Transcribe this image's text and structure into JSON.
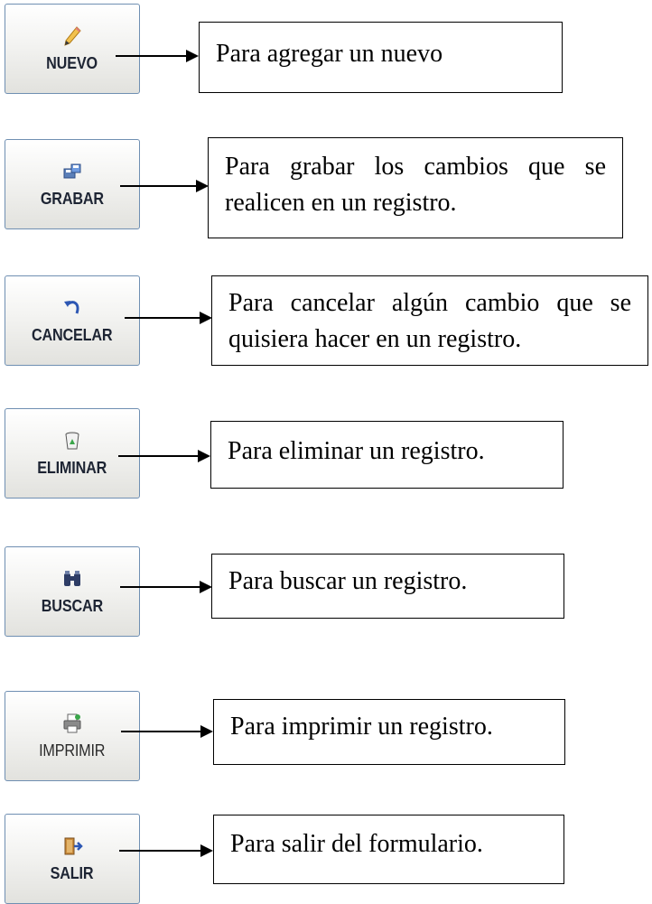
{
  "buttons": [
    {
      "label": "NUEVO",
      "icon": "pencil-icon",
      "description": "Para agregar un nuevo"
    },
    {
      "label": "GRABAR",
      "icon": "save-icon",
      "description": "Para grabar los cambios que se realicen en un registro."
    },
    {
      "label": "CANCELAR",
      "icon": "undo-icon",
      "description": "Para cancelar algún cambio que se quisiera hacer en un registro."
    },
    {
      "label": "ELIMINAR",
      "icon": "trash-icon",
      "description": "Para eliminar un registro."
    },
    {
      "label": "BUSCAR",
      "icon": "binoculars-icon",
      "description": "Para buscar un registro."
    },
    {
      "label": "IMPRIMIR",
      "icon": "printer-icon",
      "description": "Para imprimir un registro."
    },
    {
      "label": "SALIR",
      "icon": "exit-door-icon",
      "description": "Para salir del formulario."
    }
  ]
}
